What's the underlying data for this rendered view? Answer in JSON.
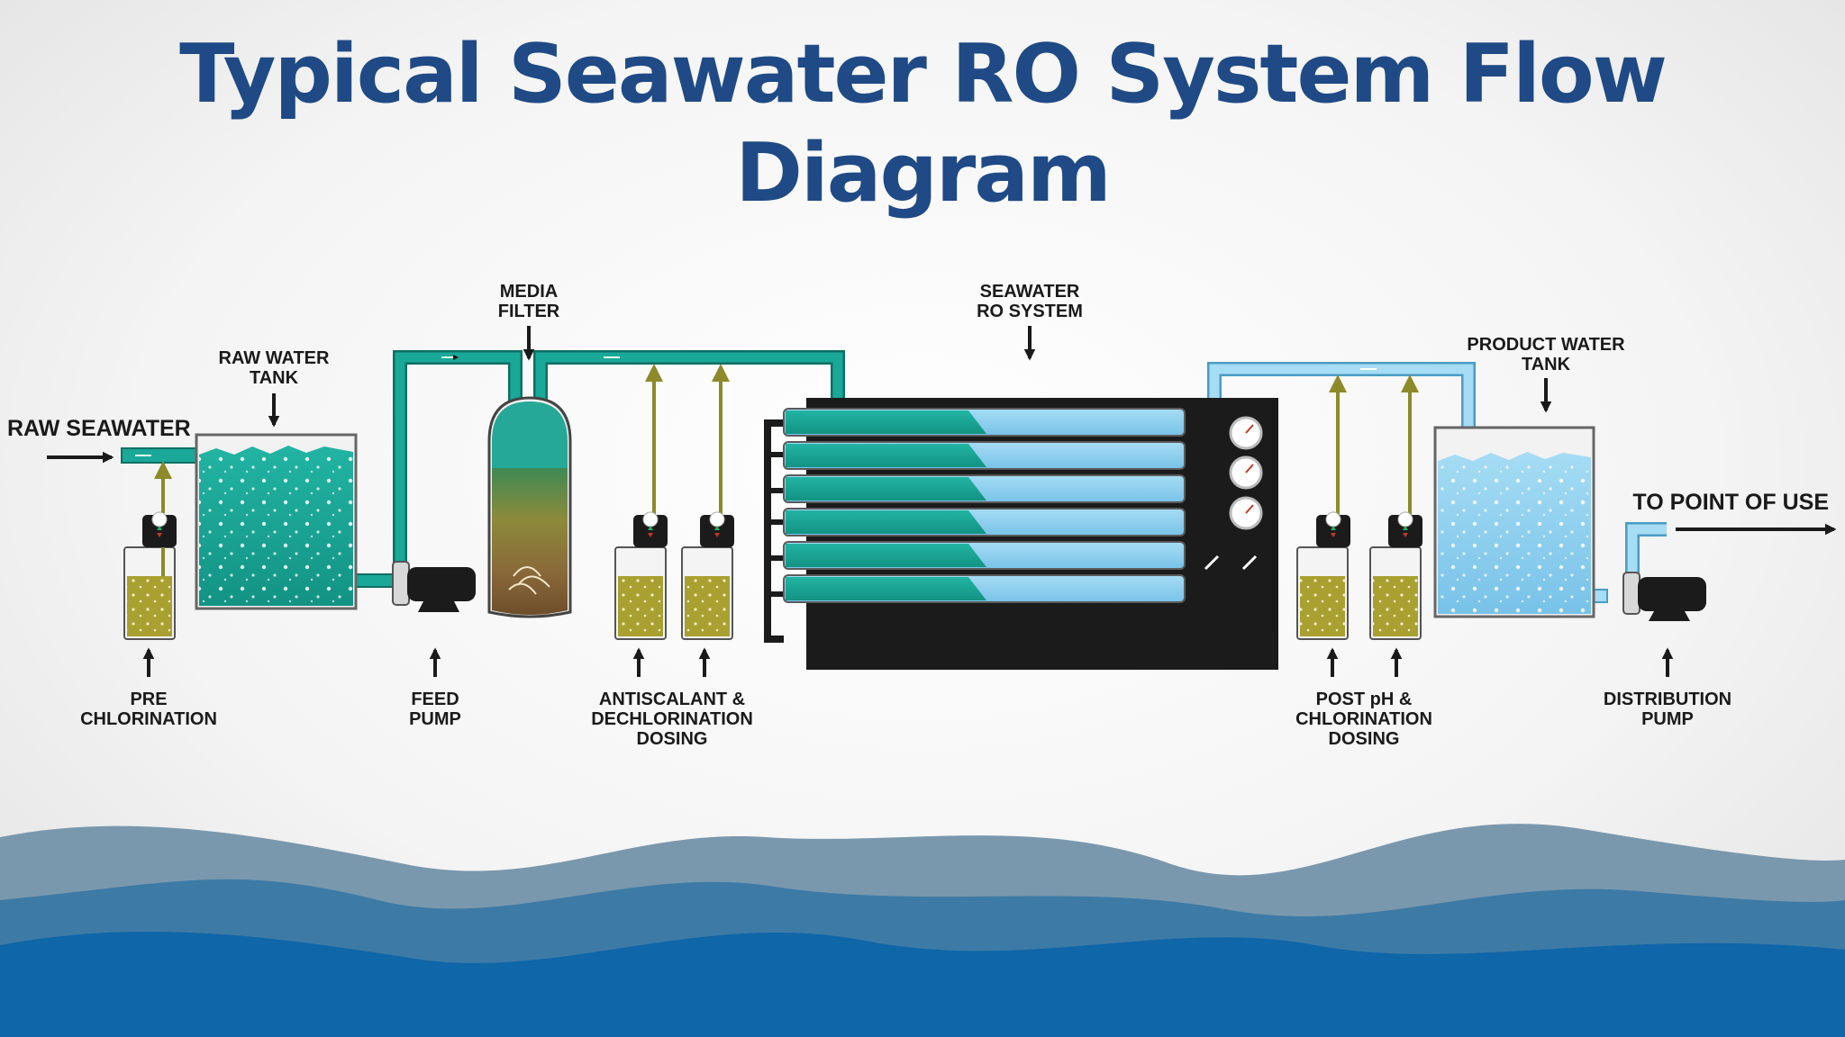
{
  "title": "Typical Seawater RO System Flow Diagram",
  "colors": {
    "title": "#1f4a85",
    "pipe_teal": "#1aa898",
    "pipe_light_blue": "#8fd0ee",
    "chemical": "#a8a030",
    "membrane_housing": "#1b1b1b",
    "wave_dark": "#0f66a8"
  },
  "labels": {
    "raw_seawater": "RAW SEAWATER",
    "raw_water_tank": [
      "RAW WATER",
      "TANK"
    ],
    "media_filter": [
      "MEDIA",
      "FILTER"
    ],
    "seawater_ro_system": [
      "SEAWATER",
      "RO SYSTEM"
    ],
    "product_water_tank": [
      "PRODUCT WATER",
      "TANK"
    ],
    "to_point_of_use": "TO POINT OF USE",
    "pre_chlorination": [
      "PRE",
      "CHLORINATION"
    ],
    "feed_pump": [
      "FEED",
      "PUMP"
    ],
    "antiscalant_dosing": [
      "ANTISCALANT &",
      "DECHLORINATION",
      "DOSING"
    ],
    "post_ph_dosing": [
      "POST pH &",
      "CHLORINATION",
      "DOSING"
    ],
    "distribution_pump": [
      "DISTRIBUTION",
      "PUMP"
    ]
  },
  "icons": [
    "arrow-right-icon",
    "arrow-down-icon",
    "arrow-up-icon",
    "pressure-gauge-icon",
    "dosing-pump-icon",
    "valve-icon"
  ]
}
